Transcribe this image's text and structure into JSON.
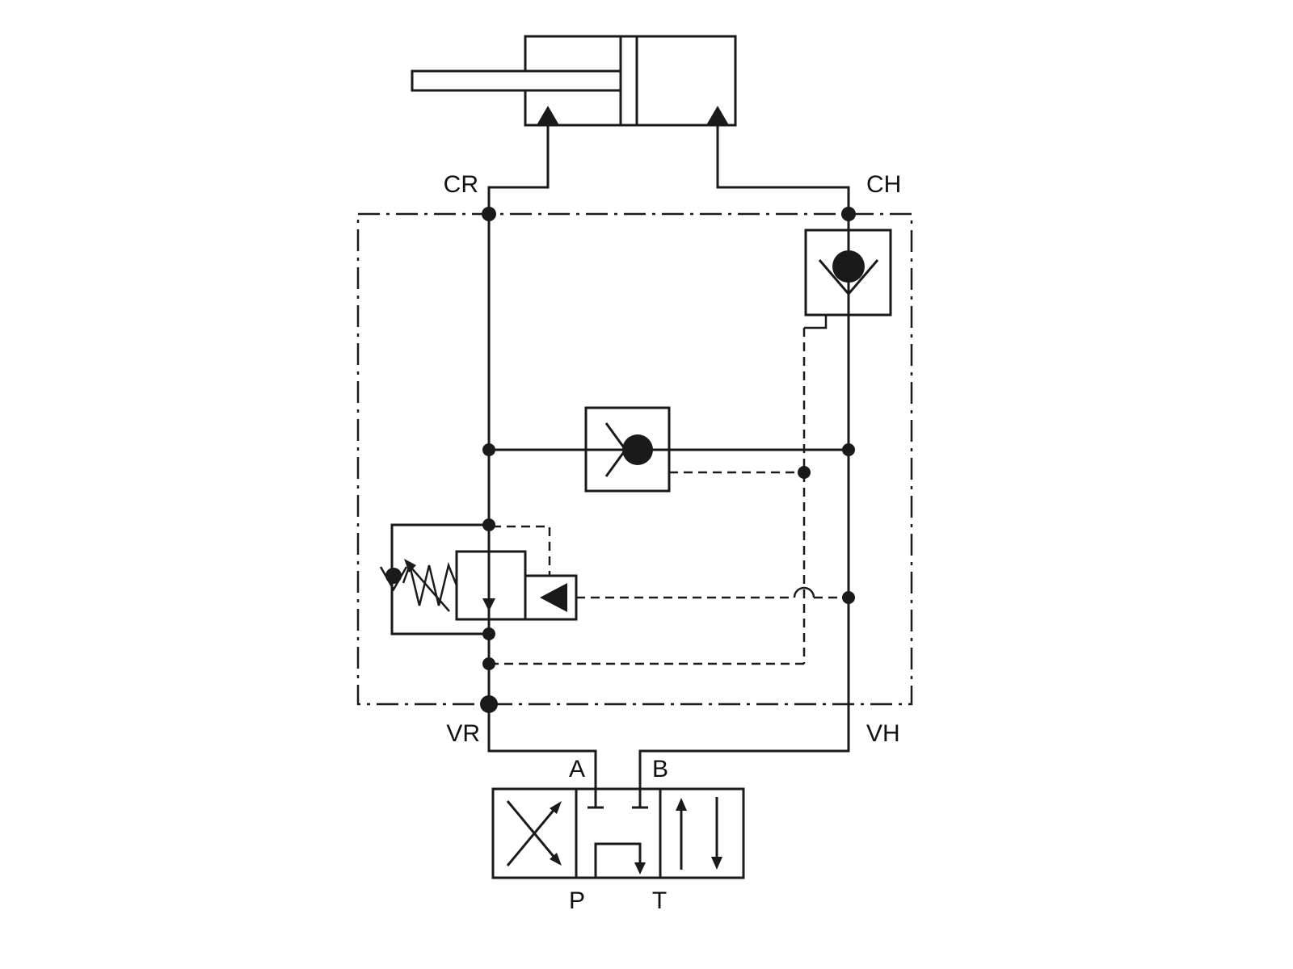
{
  "diagram": {
    "type": "hydraulic-valve-circuit-schematic",
    "colors": {
      "line": "#1a1a1a",
      "background": "#ffffff"
    },
    "labels": {
      "cylinder_port_left": "CR",
      "cylinder_port_right": "CH",
      "valve_port_left": "VR",
      "valve_port_right": "VH",
      "work_port_a": "A",
      "work_port_b": "B",
      "pressure_port": "P",
      "tank_port": "T"
    },
    "components": [
      "double-acting-hydraulic-cylinder",
      "pilot-operated-check-valve",
      "check-valve",
      "counterbalance-relief-valve",
      "4-way-3-position-directional-control-valve"
    ]
  }
}
